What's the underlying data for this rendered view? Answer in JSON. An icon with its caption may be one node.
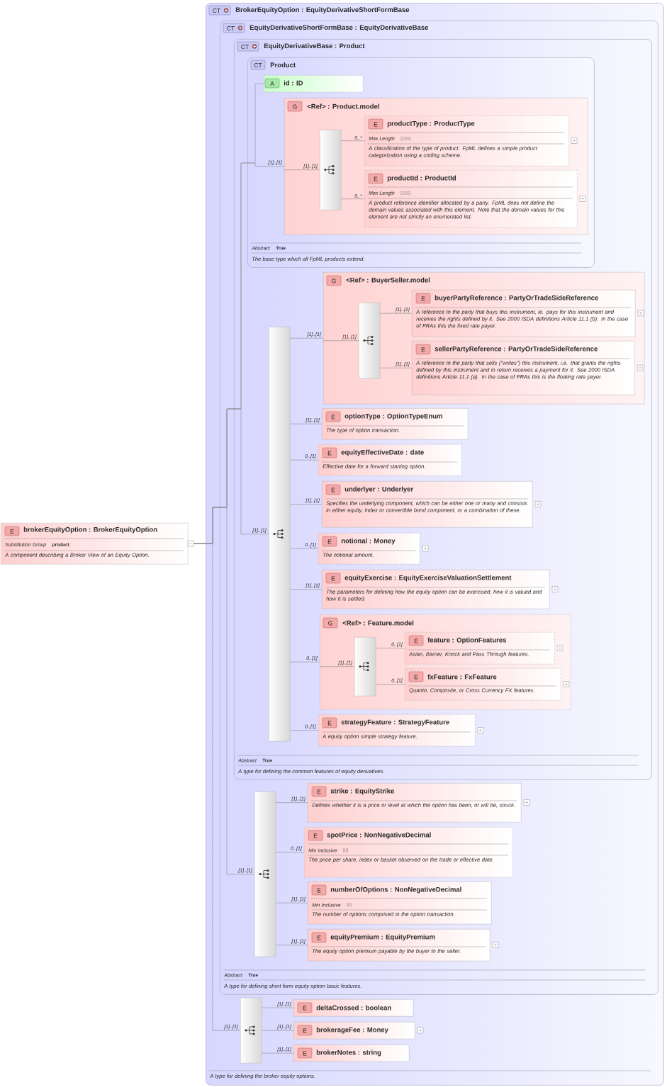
{
  "diagram": {
    "nodes": [
      {
        "text": [
          "E",
          "brokerEquityOption : BrokerEquityOption",
          "Substitution Group",
          "product",
          "A component describing a Broker View of an Equity Option."
        ]
      },
      {
        "text": [
          "CT",
          "BrokerEquityOption : EquityDerivativeShortFormBase",
          "A type for defining the broker equity options."
        ]
      },
      {
        "text": [
          "CT",
          "EquityDerivativeShortFormBase : EquityDerivativeBase",
          "Abstract",
          "True",
          "A type for defining short form equity option basic features."
        ],
        "in": 1
      },
      {
        "text": [
          "CT",
          "EquityDerivativeBase : Product",
          "Abstract",
          "True",
          "A type for defining the common features of equity derivatives."
        ],
        "in": 2
      },
      {
        "text": [
          "CT",
          "Product",
          "Abstract",
          "True",
          "The base type which all FpML products extend."
        ],
        "in": 3
      },
      {
        "text": [
          "A",
          "id : ID"
        ],
        "in": 4
      },
      {
        "text": [
          "G",
          "<Ref> : Product.model"
        ],
        "in": 4
      },
      {
        "text": [],
        "shape": "bar",
        "in": 6
      },
      {
        "text": [
          "E",
          "productType : ProductType",
          "Max Length",
          "[255]",
          "A classification of the type of product. FpML defines a simple product categorization using a coding scheme."
        ],
        "in": 6
      },
      {
        "text": [
          "E",
          "productId : ProductId",
          "Max Length",
          "[255]",
          "A product reference identifier allocated by a party. FpML does not define the domain values associated with this element. Note that the domain values for this element are not strictly an enumerated list."
        ],
        "in": 6
      },
      {
        "text": [],
        "shape": "bar",
        "in": 3
      },
      {
        "text": [
          "G",
          "<Ref> : BuyerSeller.model"
        ],
        "in": 3
      },
      {
        "text": [],
        "shape": "bar",
        "in": 11
      },
      {
        "text": [
          "E",
          "buyerPartyReference : PartyOrTradeSideReference",
          "A reference to the party that buys this instrument, ie. pays for this instrument and receives the rights defined by it. See 2000 ISDA definitions Article 11.1 (b). In the case of FRAs this the fixed rate payer."
        ],
        "in": 11
      },
      {
        "text": [
          "E",
          "sellerPartyReference : PartyOrTradeSideReference",
          "A reference to the party that sells (\"writes\") this instrument, i.e. that grants the rights defined by this instrument and in return receives a payment for it. See 2000 ISDA definitions Article 11.1 (a). In the case of FRAs this is the floating rate payer."
        ],
        "in": 11
      },
      {
        "text": [
          "E",
          "optionType : OptionTypeEnum",
          "The type of option transaction."
        ],
        "in": 3
      },
      {
        "text": [
          "E",
          "equityEffectiveDate : date",
          "Effective date for a forward starting option."
        ],
        "in": 3
      },
      {
        "text": [
          "E",
          "underlyer : Underlyer",
          "Specifies the underlying component, which can be either one or many and consists in either equity, index or convertible bond component, or a combination of these."
        ],
        "in": 3
      },
      {
        "text": [
          "E",
          "notional : Money",
          "The notional amount."
        ],
        "in": 3
      },
      {
        "text": [
          "E",
          "equityExercise : EquityExerciseValuationSettlement",
          "The parameters for defining how the equity option can be exercised, how it is valued and how it is settled."
        ],
        "in": 3
      },
      {
        "text": [
          "G",
          "<Ref> : Feature.model"
        ],
        "in": 3
      },
      {
        "text": [],
        "shape": "bar",
        "in": 20
      },
      {
        "text": [
          "E",
          "feature : OptionFeatures",
          "Asian, Barrier, Knock and Pass Through features."
        ],
        "in": 20
      },
      {
        "text": [
          "E",
          "fxFeature : FxFeature",
          "Quanto, Composite, or Cross Currency FX features."
        ],
        "in": 20
      },
      {
        "text": [
          "E",
          "strategyFeature : StrategyFeature",
          "A equity option simple strategy feature."
        ],
        "in": 3
      },
      {
        "text": [],
        "shape": "bar",
        "in": 2
      },
      {
        "text": [
          "E",
          "strike : EquityStrike",
          "Defines whether it is a price or level at which the option has been, or will be, struck."
        ],
        "in": 2
      },
      {
        "text": [
          "E",
          "spotPrice : NonNegativeDecimal",
          "Min Inclusive",
          "[0]",
          "The price per share, index or basket observed on the trade or effective date."
        ],
        "in": 2
      },
      {
        "text": [
          "E",
          "numberOfOptions : NonNegativeDecimal",
          "Min Inclusive",
          "[0]",
          "The number of options comprised in the option transaction."
        ],
        "in": 2
      },
      {
        "text": [
          "E",
          "equityPremium : EquityPremium",
          "The equity option premium payable by the buyer to the seller."
        ],
        "in": 2
      },
      {
        "text": [],
        "shape": "bar",
        "in": 1
      },
      {
        "text": [
          "E",
          "deltaCrossed : boolean"
        ],
        "in": 1
      },
      {
        "text": [
          "E",
          "brokerageFee : Money"
        ],
        "in": 1
      },
      {
        "text": [
          "E",
          "brokerNotes : string"
        ],
        "in": 1
      }
    ],
    "edges": [
      {
        "from": 0,
        "to": 5,
        "arrow": "none"
      },
      {
        "from": 0,
        "to": 6,
        "arrow": "none",
        "label": "[1]..[1]"
      },
      {
        "from": 0,
        "to": 10,
        "arrow": "none",
        "label": "[1]..[1]"
      },
      {
        "from": 0,
        "to": 25,
        "arrow": "none",
        "label": "[1]..[1]"
      },
      {
        "from": 0,
        "to": 30,
        "arrow": "none",
        "label": "[1]..[1]"
      },
      {
        "from": 6,
        "to": 7,
        "arrow": "none",
        "label": "[1]..[1]"
      },
      {
        "from": 7,
        "to": 8,
        "arrow": "none",
        "label": "0..*"
      },
      {
        "from": 7,
        "to": 9,
        "arrow": "none",
        "label": "0..*"
      },
      {
        "from": 10,
        "to": 11,
        "arrow": "none",
        "label": "[1]..[1]"
      },
      {
        "from": 11,
        "to": 12,
        "arrow": "none",
        "label": "[1]..[1]"
      },
      {
        "from": 12,
        "to": 13,
        "arrow": "none",
        "label": "[1]..[1]"
      },
      {
        "from": 12,
        "to": 14,
        "arrow": "none",
        "label": "[1]..[1]"
      },
      {
        "from": 10,
        "to": 15,
        "arrow": "none",
        "label": "[1]..[1]"
      },
      {
        "from": 10,
        "to": 16,
        "arrow": "none",
        "label": "0..[1]"
      },
      {
        "from": 10,
        "to": 17,
        "arrow": "none",
        "label": "[1]..[1]"
      },
      {
        "from": 10,
        "to": 18,
        "arrow": "none",
        "label": "0..[1]"
      },
      {
        "from": 10,
        "to": 19,
        "arrow": "none",
        "label": "[1]..[1]"
      },
      {
        "from": 10,
        "to": 20,
        "arrow": "none",
        "label": "0..[1]"
      },
      {
        "from": 20,
        "to": 21,
        "arrow": "none",
        "label": "[1]..[1]"
      },
      {
        "from": 21,
        "to": 22,
        "arrow": "none",
        "label": "0..[1]"
      },
      {
        "from": 21,
        "to": 23,
        "arrow": "none",
        "label": "0..[1]"
      },
      {
        "from": 10,
        "to": 24,
        "arrow": "none",
        "label": "0..[1]"
      },
      {
        "from": 25,
        "to": 26,
        "arrow": "none",
        "label": "[1]..[1]"
      },
      {
        "from": 25,
        "to": 27,
        "arrow": "none",
        "label": "0..[1]"
      },
      {
        "from": 25,
        "to": 28,
        "arrow": "none",
        "label": "[1]..[1]"
      },
      {
        "from": 25,
        "to": 29,
        "arrow": "none",
        "label": "[1]..[1]"
      },
      {
        "from": 30,
        "to": 31,
        "arrow": "none",
        "label": "[1]..[1]"
      },
      {
        "from": 30,
        "to": 32,
        "arrow": "none",
        "label": "[1]..[1]"
      },
      {
        "from": 30,
        "to": 33,
        "arrow": "none",
        "label": "[1]..[1]"
      }
    ]
  }
}
